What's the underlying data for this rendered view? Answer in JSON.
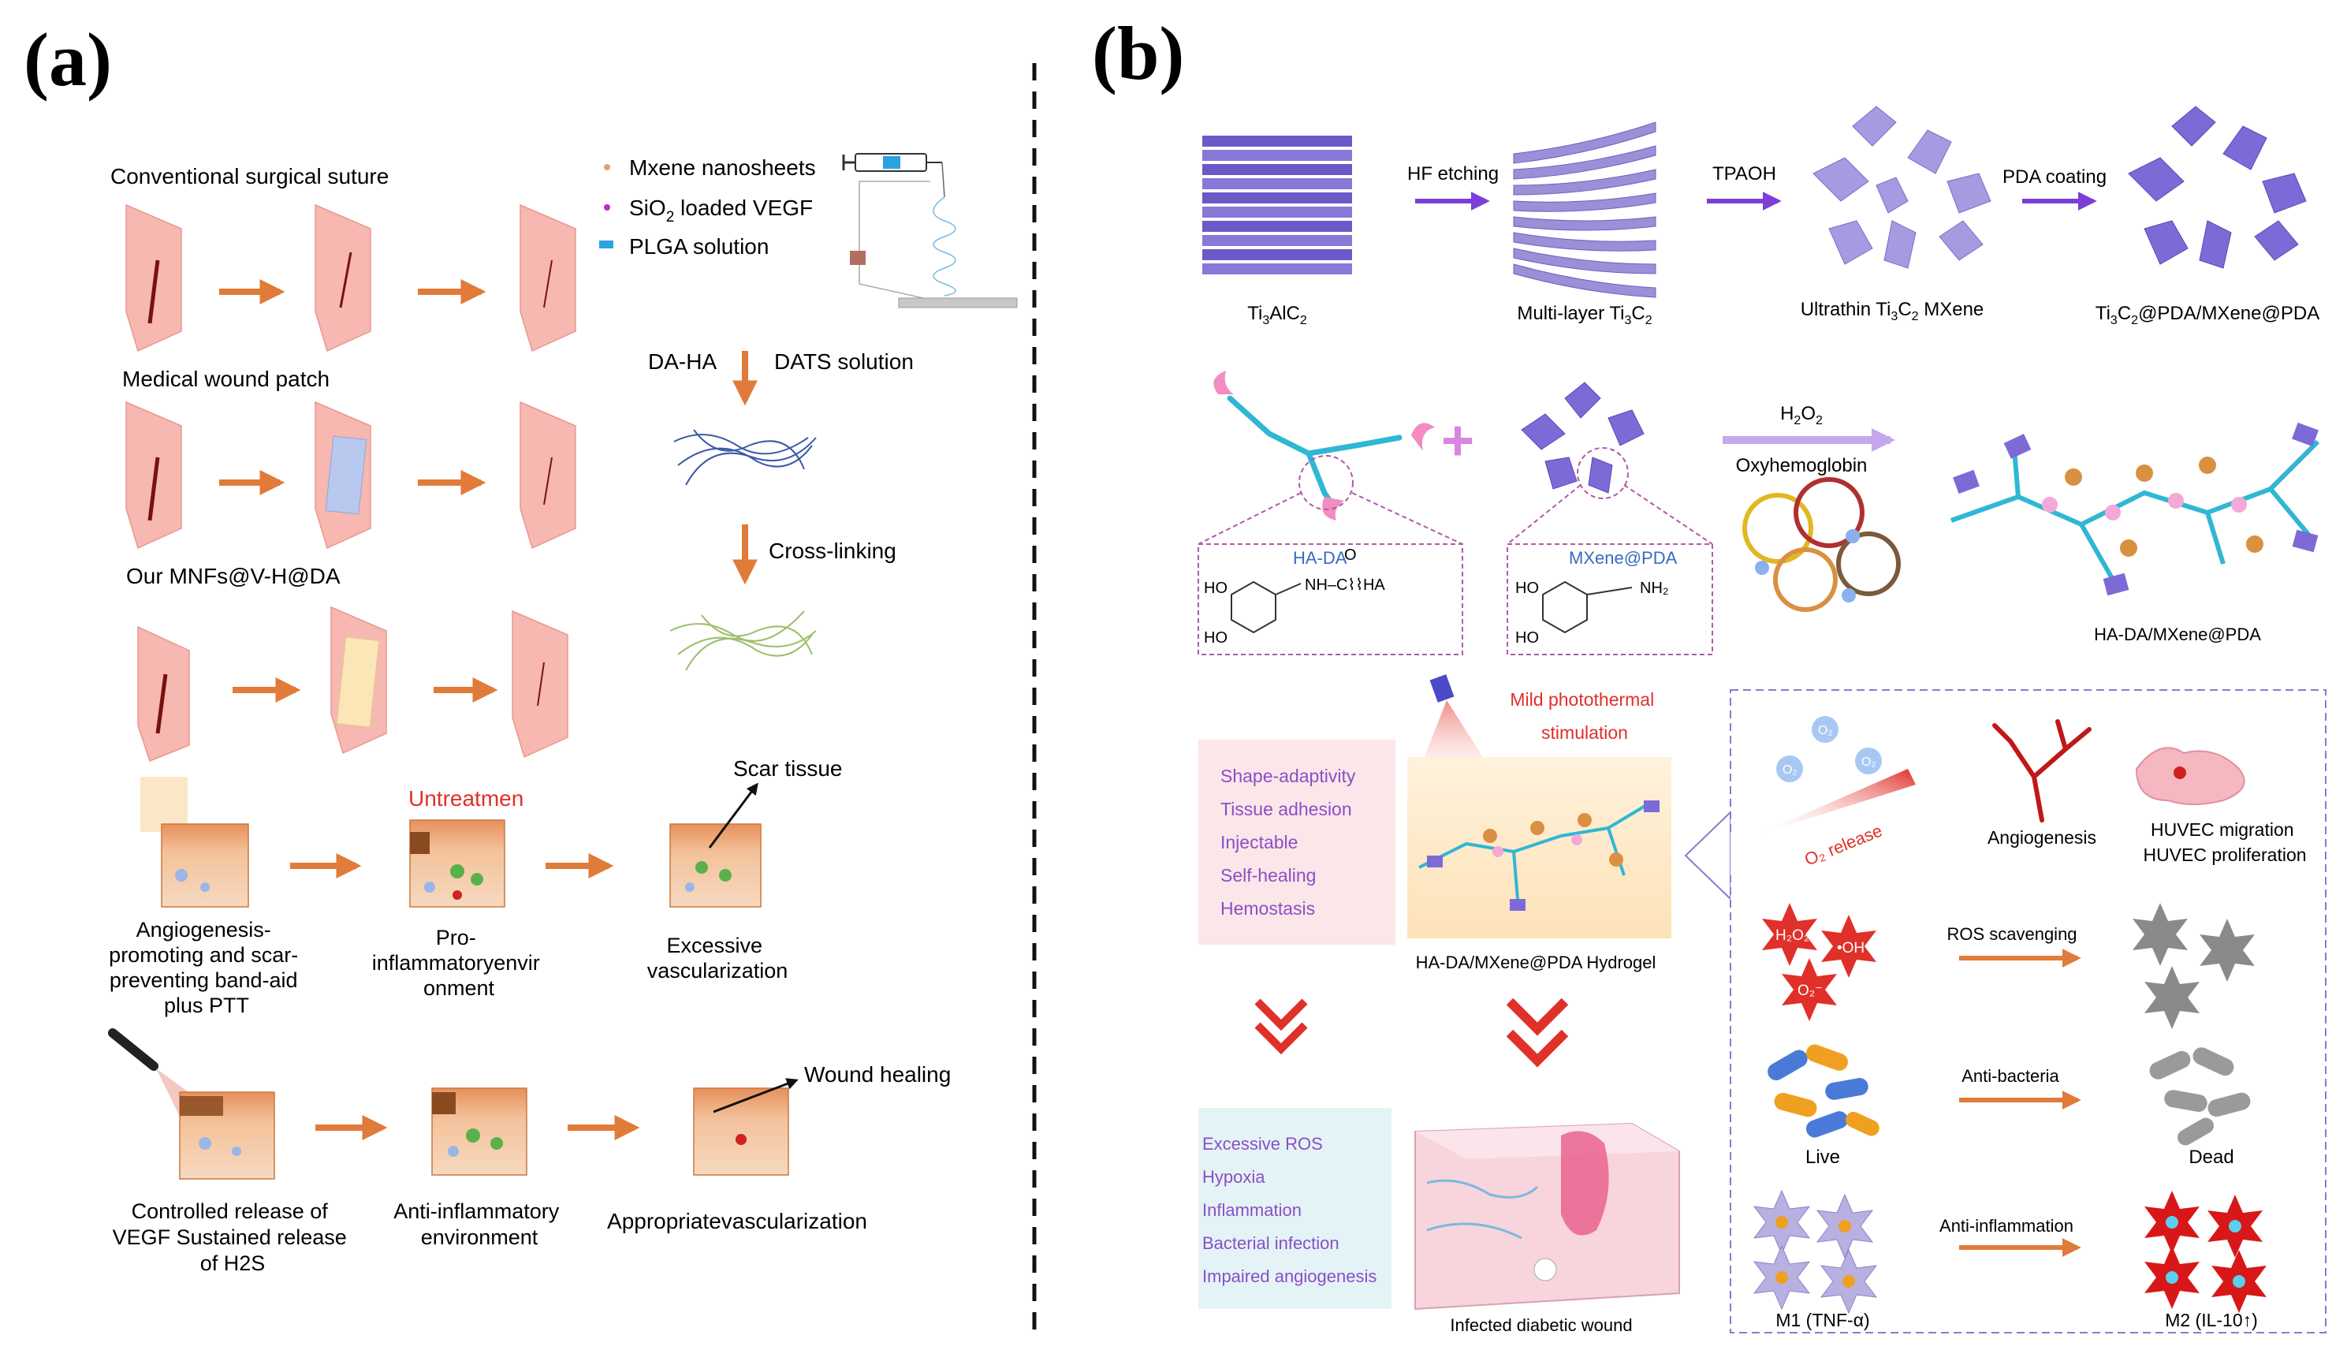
{
  "panel_a": {
    "label": "(a)",
    "legend": {
      "mxene": "Mxene nanosheets",
      "sio2_pre": "SiO",
      "sio2_sub": "2",
      "sio2_post": " loaded VEGF",
      "plga": "PLGA solution"
    },
    "row1_title": "Conventional surgical suture",
    "row2_title": "Medical wound patch",
    "row3_title": "Our MNFs@V-H@DA",
    "da_ha": "DA-HA",
    "dats": "DATS solution",
    "crosslinking": "Cross-linking",
    "scar_tissue": "Scar tissue",
    "untreatmen": "Untreatmen",
    "band_aid": [
      "Angiogenesis-",
      "promoting and scar-",
      "preventing band-aid",
      "plus PTT"
    ],
    "pro_inflam": [
      "Pro-",
      "inflammatoryenvir",
      "onment"
    ],
    "excessive_vasc": [
      "Excessive",
      "vascularization"
    ],
    "wound_healing": "Wound healing",
    "controlled_release": [
      "Controlled release of",
      "VEGF Sustained release",
      "of H2S"
    ],
    "anti_inflam_env": [
      "Anti-inflammatory",
      "environment"
    ],
    "appropriate_vasc": "Appropriatevascularization"
  },
  "panel_b": {
    "label": "(b)",
    "ti3alc2": {
      "pre": "Ti",
      "s1": "3",
      "mid": "AlC",
      "s2": "2"
    },
    "hf_etching": "HF etching",
    "multilayer": {
      "pre": "Multi-layer Ti",
      "s1": "3",
      "mid": "C",
      "s2": "2"
    },
    "tpaoh": "TPAOH",
    "ultrathin": {
      "pre": "Ultrathin Ti",
      "s1": "3",
      "mid": "C",
      "s2": "2",
      "post": " MXene"
    },
    "pda_coating": "PDA coating",
    "ti3c2_pda": {
      "pre": "Ti",
      "s1": "3",
      "mid": "C",
      "s2": "2",
      "post": "@PDA/MXene@PDA"
    },
    "h2o2": {
      "pre": "H",
      "s1": "2",
      "mid": "O",
      "s2": "2"
    },
    "oxyhemoglobin": "Oxyhemoglobin",
    "ha_da_label": "HA-DA",
    "mxene_pda_label": "MXene@PDA",
    "ha_da_mxene_pda": "HA-DA/MXene@PDA",
    "mild_pt": [
      "Mild photothermal",
      "stimulation"
    ],
    "properties": [
      "Shape-adaptivity",
      "Tissue adhesion",
      "Injectable",
      "Self-healing",
      "Hemostasis"
    ],
    "hydrogel": "HA-DA/MXene@PDA Hydrogel",
    "o2_release": "release",
    "angiogenesis": "Angiogenesis",
    "huvec": [
      "HUVEC migration",
      "HUVEC proliferation"
    ],
    "ros_scavenging": "ROS scavenging",
    "oh": "•OH",
    "anti_bacteria": "Anti-bacteria",
    "live": "Live",
    "dead": "Dead",
    "anti_inflammation": "Anti-inflammation",
    "m1": "M1 (TNF-α)",
    "m2": "M2 (IL-10↑)",
    "conditions": [
      "Excessive ROS",
      "Hypoxia",
      "Inflammation",
      "Bacterial infection",
      "Impaired angiogenesis"
    ],
    "infected_wound": "Infected diabetic wound"
  },
  "colors": {
    "arrow_orange": "#e07b39",
    "skin_pink": "#f6b8b0",
    "violet": "#7f5cd6",
    "purple_text": "#8a4fc7",
    "red": "#e0302a",
    "cyan": "#2fb7d4"
  }
}
